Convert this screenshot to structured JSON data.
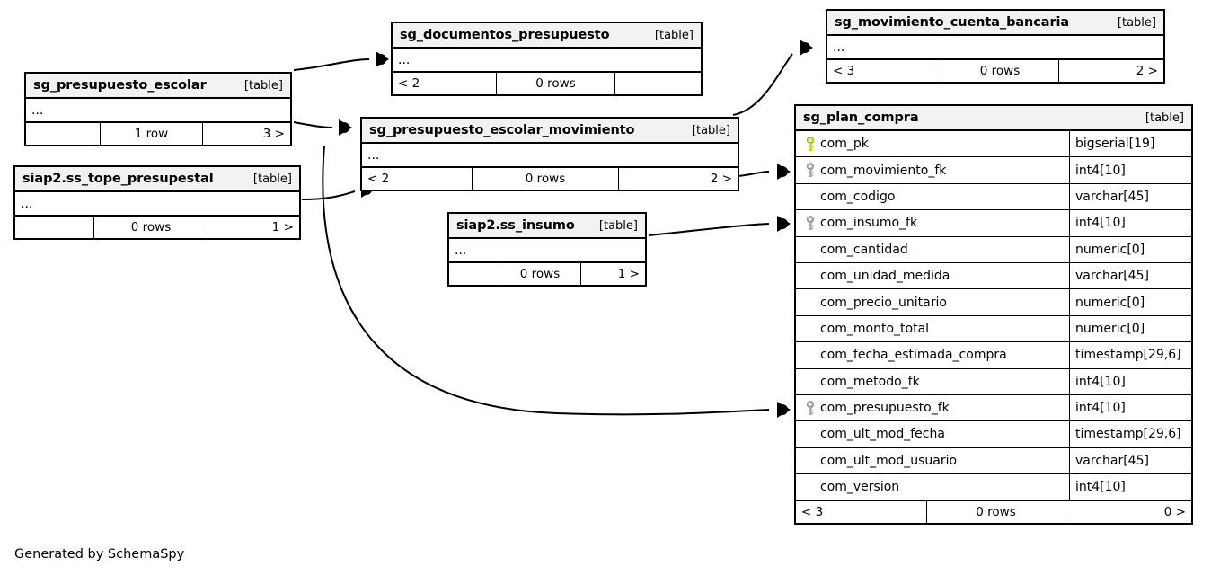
{
  "diagram": {
    "generator_note": "Generated by SchemaSpy",
    "kind_label": "[table]",
    "ellipsis": "...",
    "colors": {
      "pk_key": "#e8e800",
      "fk_key": "#b3b3b3",
      "header_bg": "#f2f2f2",
      "border": "#000000",
      "background": "#ffffff"
    }
  },
  "tables": {
    "documentos_presupuesto": {
      "name": "sg_documentos_presupuesto",
      "kind": "[table]",
      "ellipsis": "...",
      "footer": {
        "left": "< 2",
        "middle": "0 rows",
        "right": ""
      }
    },
    "movimiento_cuenta_bancaria": {
      "name": "sg_movimiento_cuenta_bancaria",
      "kind": "[table]",
      "ellipsis": "...",
      "footer": {
        "left": "< 3",
        "middle": "0 rows",
        "right": "2 >"
      }
    },
    "presupuesto_escolar": {
      "name": "sg_presupuesto_escolar",
      "kind": "[table]",
      "ellipsis": "...",
      "footer": {
        "left": "",
        "middle": "1 row",
        "right": "3 >"
      }
    },
    "presupuesto_escolar_movimiento": {
      "name": "sg_presupuesto_escolar_movimiento",
      "kind": "[table]",
      "ellipsis": "...",
      "footer": {
        "left": "< 2",
        "middle": "0 rows",
        "right": "2 >"
      }
    },
    "tope_presupestal": {
      "name": "siap2.ss_tope_presupestal",
      "kind": "[table]",
      "ellipsis": "...",
      "footer": {
        "left": "",
        "middle": "0 rows",
        "right": "1 >"
      }
    },
    "insumo": {
      "name": "siap2.ss_insumo",
      "kind": "[table]",
      "ellipsis": "...",
      "footer": {
        "left": "",
        "middle": "0 rows",
        "right": "1 >"
      }
    },
    "plan_compra": {
      "name": "sg_plan_compra",
      "kind": "[table]",
      "footer": {
        "left": "< 3",
        "middle": "0 rows",
        "right": "0 >"
      },
      "columns": [
        {
          "key": "pk",
          "name": "com_pk",
          "type": "bigserial[19]"
        },
        {
          "key": "fk",
          "name": "com_movimiento_fk",
          "type": "int4[10]"
        },
        {
          "key": "none",
          "name": "com_codigo",
          "type": "varchar[45]"
        },
        {
          "key": "fk",
          "name": "com_insumo_fk",
          "type": "int4[10]"
        },
        {
          "key": "none",
          "name": "com_cantidad",
          "type": "numeric[0]"
        },
        {
          "key": "none",
          "name": "com_unidad_medida",
          "type": "varchar[45]"
        },
        {
          "key": "none",
          "name": "com_precio_unitario",
          "type": "numeric[0]"
        },
        {
          "key": "none",
          "name": "com_monto_total",
          "type": "numeric[0]"
        },
        {
          "key": "none",
          "name": "com_fecha_estimada_compra",
          "type": "timestamp[29,6]"
        },
        {
          "key": "none",
          "name": "com_metodo_fk",
          "type": "int4[10]"
        },
        {
          "key": "fk",
          "name": "com_presupuesto_fk",
          "type": "int4[10]"
        },
        {
          "key": "none",
          "name": "com_ult_mod_fecha",
          "type": "timestamp[29,6]"
        },
        {
          "key": "none",
          "name": "com_ult_mod_usuario",
          "type": "varchar[45]"
        },
        {
          "key": "none",
          "name": "com_version",
          "type": "int4[10]"
        }
      ]
    }
  }
}
